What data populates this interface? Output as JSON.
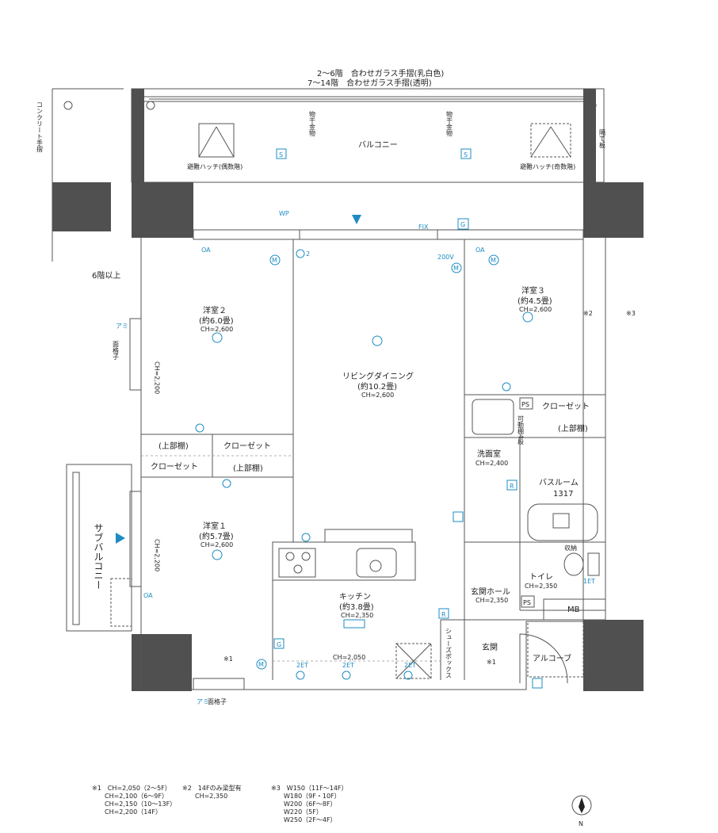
{
  "header": {
    "line1": "2〜6階　合わせガラス手摺(乳白色)",
    "line2": "7〜14階　合わせガラス手摺(透明)"
  },
  "balcony": {
    "label": "バルコニー",
    "hatch_even": "避難ハッチ(偶数階)",
    "hatch_odd": "避難ハッチ(奇数階)",
    "drying": "物干金物",
    "partition": "隔て板",
    "s_mark": "S"
  },
  "left_side": {
    "concrete": "コンクリート手摺",
    "floor_note": "6階以上",
    "sub_balcony": "サブバルコニー",
    "lattice": "面格子",
    "ami": "アミ"
  },
  "rooms": {
    "western2": {
      "name": "洋室２",
      "size": "(約6.0畳)",
      "ch": "CH=2,600"
    },
    "western3": {
      "name": "洋室３",
      "size": "(約4.5畳)",
      "ch": "CH=2,600"
    },
    "western1": {
      "name": "洋室１",
      "size": "(約5.7畳)",
      "ch": "CH=2,600"
    },
    "living": {
      "name": "リビングダイニング",
      "size": "(約10.2畳)",
      "ch": "CH=2,600"
    },
    "kitchen": {
      "name": "キッチン",
      "size": "(約3.8畳)",
      "ch": "CH=2,350"
    },
    "washroom": {
      "name": "洗面室",
      "ch": "CH=2,400"
    },
    "bathroom": {
      "name": "バスルーム",
      "size": "1317"
    },
    "toilet": {
      "name": "トイレ",
      "ch": "CH=2,350"
    },
    "entrance_hall": {
      "name": "玄関ホール",
      "ch": "CH=2,350"
    },
    "entrance": {
      "name": "玄関",
      "note": "※1"
    },
    "alcove": {
      "name": "アルコーブ"
    },
    "shoe_box": "シューズボックス"
  },
  "closets": {
    "closet": "クローゼット",
    "upper_shelf": "(上部棚)",
    "upper_shelf_left": "(上部棚)",
    "storage": "収納",
    "mb": "MB",
    "ps": "PS",
    "wash_machine": "可動棚4段"
  },
  "marks": {
    "fix": "FIX",
    "g": "G",
    "r": "R",
    "oa": "OA",
    "m": "M",
    "wp": "WP",
    "v200": "200V",
    "ch2200": "CH=2,200",
    "ch2050": "CH=2,050",
    "note1": "※1",
    "note2": "※2",
    "note3": "※3",
    "two": "2",
    "twoet": "2ET",
    "oneet": "1ET"
  },
  "notes": {
    "n1": "※1　CH=2,050（2〜5F）\n　　CH=2,100（6〜9F）\n　　CH=2,150（10〜13F）\n　　CH=2,200（14F）",
    "n2": "※2　14Fのみ梁型有\n　　CH=2,350",
    "n3": "※3　W150（11F〜14F）\n　　W180（9F・10F）\n　　W200（6F〜8F）\n　　W220（5F）\n　　W250（2F〜4F）"
  },
  "compass": "N",
  "colors": {
    "accent": "#1e8bc3",
    "wall": "#505050"
  }
}
